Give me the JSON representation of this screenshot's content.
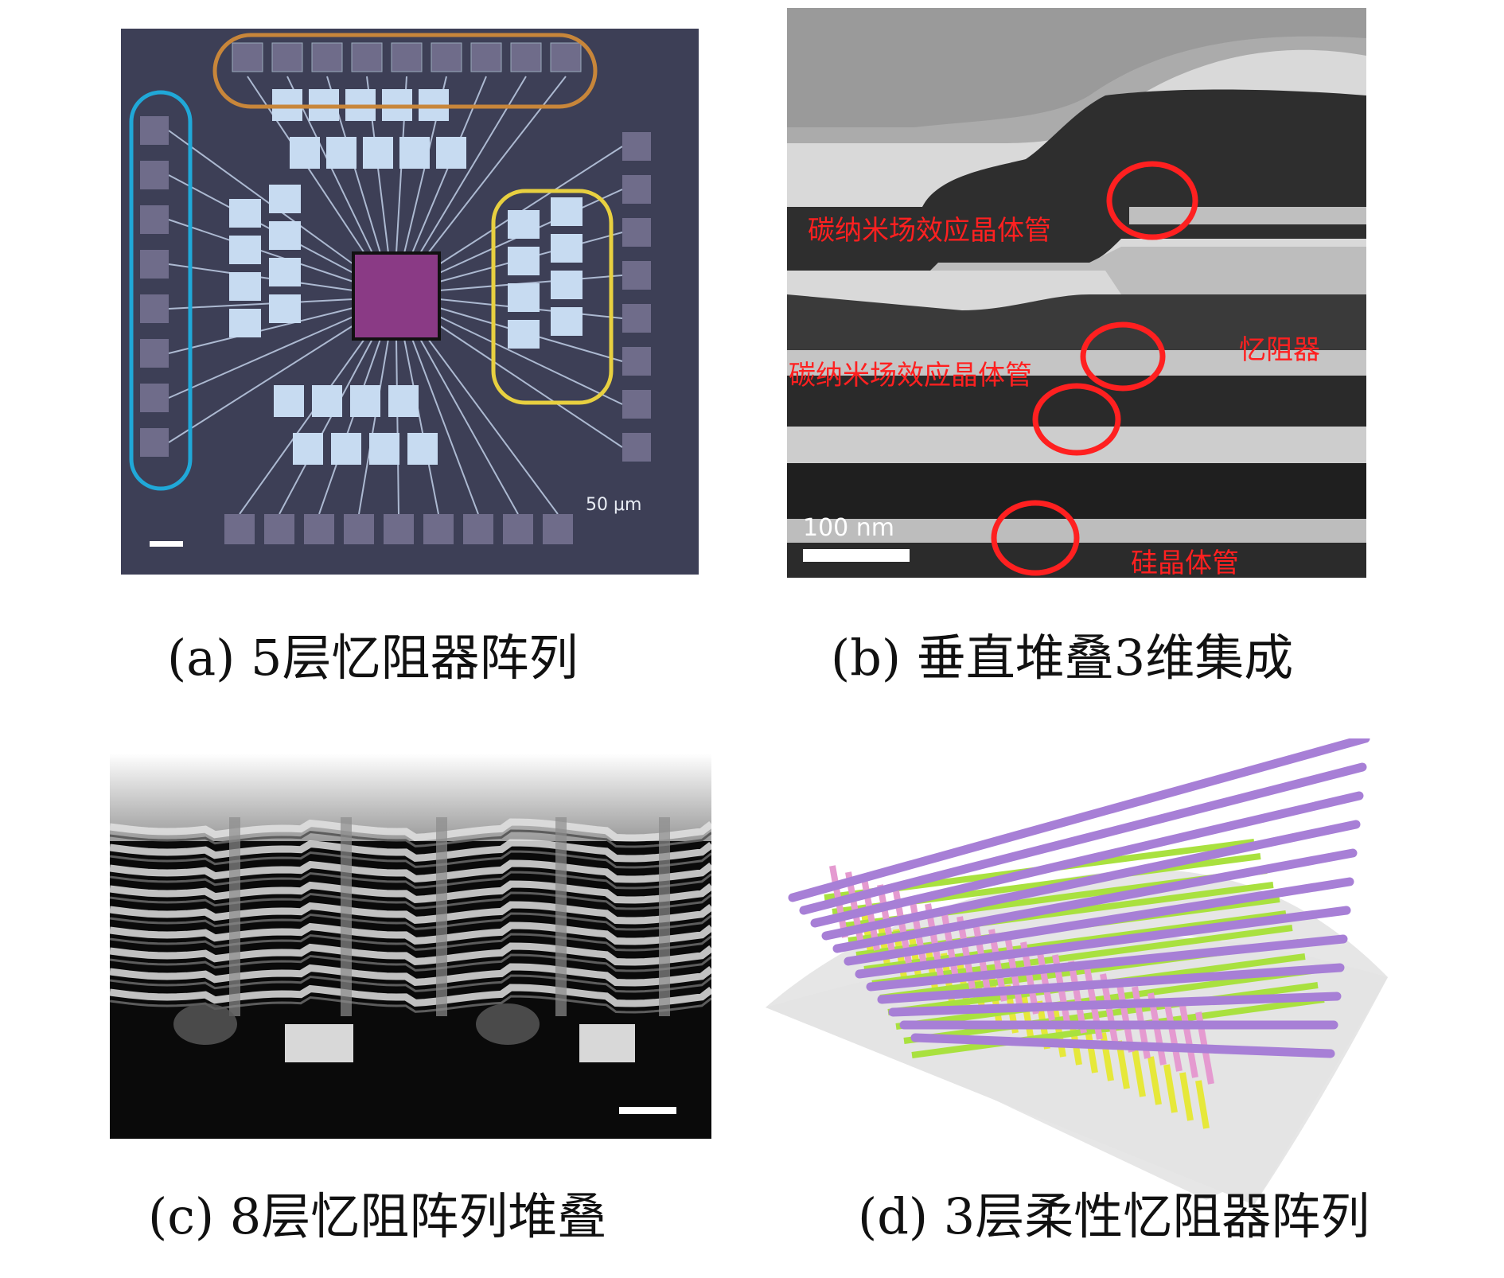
{
  "figures": [
    {
      "id": "a",
      "caption": "(a) 5层忆阻器阵列",
      "scale_label": "50 μm"
    },
    {
      "id": "b",
      "caption": "(b) 垂直堆叠3维集成",
      "scale_label": "100 nm",
      "annotations": [
        "碳纳米场效应晶体管",
        "碳纳米场效应晶体管",
        "忆阻器",
        "硅晶体管"
      ]
    },
    {
      "id": "c",
      "caption": "(c) 8层忆阻阵列堆叠"
    },
    {
      "id": "d",
      "caption": "(d) 3层柔性忆阻器阵列"
    }
  ],
  "colors": {
    "highlight_orange": "#c8863a",
    "highlight_blue": "#20a8d8",
    "highlight_yellow": "#e8d040",
    "annotation_red": "#ff2020",
    "electrode_purple": "#a77fd6",
    "electrode_pink": "#e59ad0",
    "electrode_green": "#a9e13f",
    "electrode_yellow": "#e6e83a"
  }
}
